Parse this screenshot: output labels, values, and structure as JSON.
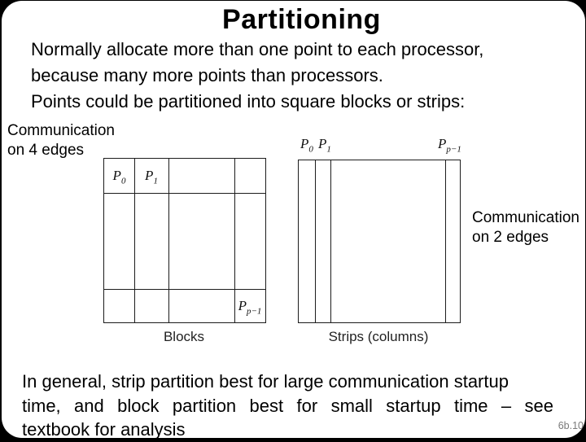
{
  "slide": {
    "title": "Partitioning",
    "page_number": "6b.10",
    "colors": {
      "background": "#ffffff",
      "frame": "#000000",
      "text": "#000000",
      "figure_line": "#1c1c1c",
      "page_number": "#7a7a7a"
    }
  },
  "intro": {
    "lines": [
      "Normally allocate more than one point to each processor,",
      "because many more points than processors.",
      "Points could be partitioned into square blocks or strips:"
    ]
  },
  "left_note": {
    "lines": [
      "Communication",
      "on 4 edges"
    ]
  },
  "right_note": {
    "lines": [
      "Communication",
      "on 2 edges"
    ]
  },
  "figures": {
    "blocks": {
      "caption": "Blocks",
      "labels": [
        {
          "base": "P",
          "sub": "0"
        },
        {
          "base": "P",
          "sub": "1"
        },
        {
          "base": "P",
          "sub": "p−1"
        }
      ]
    },
    "strips": {
      "caption": "Strips (columns)",
      "labels": [
        {
          "base": "P",
          "sub": "0"
        },
        {
          "base": "P",
          "sub": "1"
        },
        {
          "base": "P",
          "sub": "p−1"
        }
      ]
    }
  },
  "conclusion": {
    "lines": [
      "In general, strip partition best for large communication startup",
      "time, and block partition best for small startup time – see",
      "textbook for analysis"
    ]
  }
}
